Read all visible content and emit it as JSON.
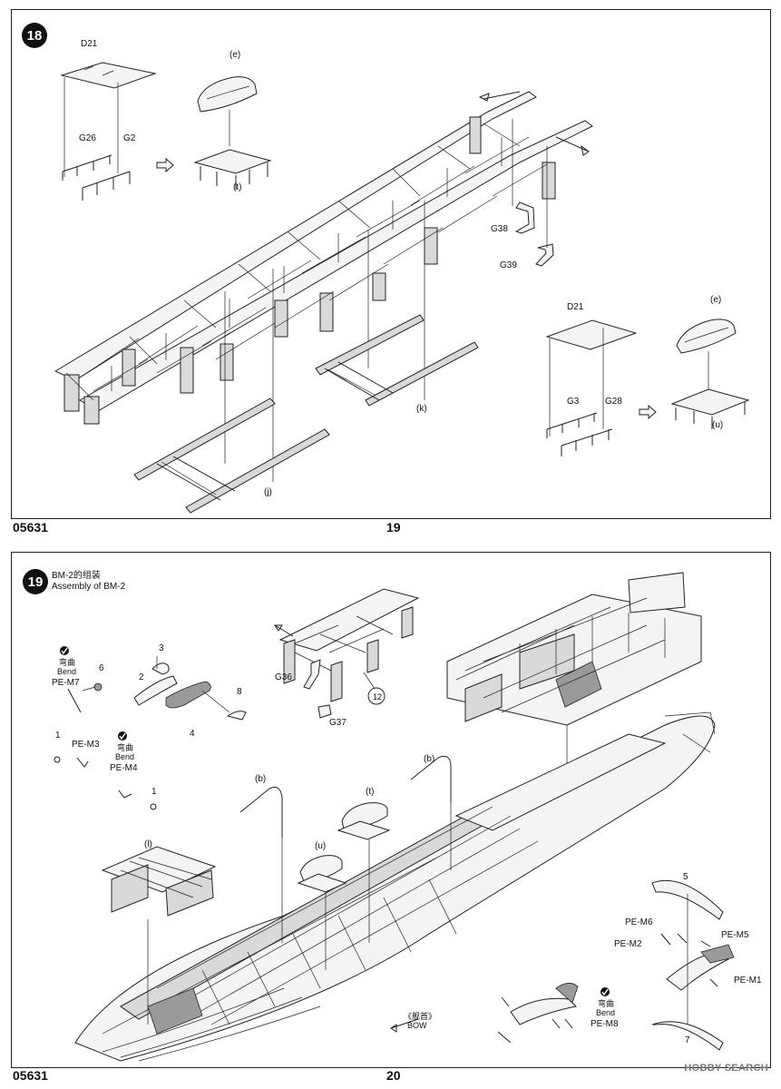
{
  "pages": {
    "top_left_code": "05631",
    "top_page_number": "19",
    "bottom_left_code": "05631",
    "bottom_page_number": "20"
  },
  "step18": {
    "number": "18",
    "labels": {
      "D21_a": "D21",
      "G26": "G26",
      "G2": "G2",
      "e_a": "(e)",
      "t_a": "(t)",
      "G38": "G38",
      "G39": "G39",
      "D21_b": "D21",
      "G3": "G3",
      "G28": "G28",
      "e_b": "(e)",
      "u_a": "(u)",
      "k": "(k)",
      "j": "(j)"
    }
  },
  "step19": {
    "number": "19",
    "title_cn": "BM-2的组装",
    "title_en": "Assembly of BM-2",
    "labels": {
      "bend_cn_1": "弯曲",
      "bend_en_1": "Bend",
      "pe_m7": "PE-M7",
      "n6": "6",
      "n3": "3",
      "n2": "2",
      "n4": "4",
      "n8": "8",
      "n1_a": "1",
      "pe_m3": "PE-M3",
      "bend_cn_2": "弯曲",
      "bend_en_2": "Bend",
      "pe_m4": "PE-M4",
      "n1_b": "1",
      "G36": "G36",
      "G37": "G37",
      "n12": "12",
      "b_a": "(b)",
      "t_b": "(t)",
      "u_b": "(u)",
      "b_b": "(b)",
      "l": "(l)",
      "n5": "5",
      "pe_m6": "PE-M6",
      "pe_m5": "PE-M5",
      "pe_m2": "PE-M2",
      "pe_m1": "PE-M1",
      "n7": "7",
      "bow_cn": "《舰首》",
      "bow_en": "BOW",
      "bend_cn_3": "弯曲",
      "bend_en_3": "Bend",
      "pe_m8": "PE-M8"
    }
  },
  "watermark": "HOBBY SEARCH"
}
